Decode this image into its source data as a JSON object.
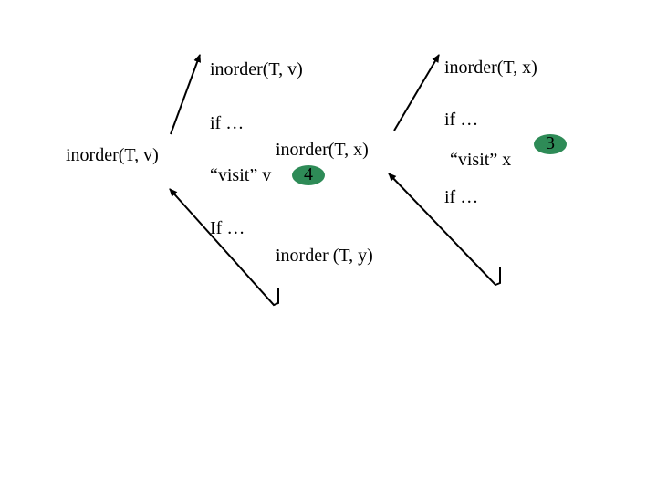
{
  "left_call": {
    "label": "inorder(T, v)"
  },
  "middle_frame": {
    "header": "inorder(T, v)",
    "if_line": "if …",
    "call_x": "inorder(T, x)",
    "visit_line": "“visit” v",
    "step_badge": "4",
    "if2_line": "If …",
    "call_y": "inorder (T, y)"
  },
  "right_frame": {
    "header": "inorder(T, x)",
    "if_line": "if …",
    "visit_line": "“visit” x",
    "step_badge": "3",
    "if2_line": "if …"
  },
  "colors": {
    "badge_fill": "#2e8b57",
    "ink": "#000000"
  }
}
